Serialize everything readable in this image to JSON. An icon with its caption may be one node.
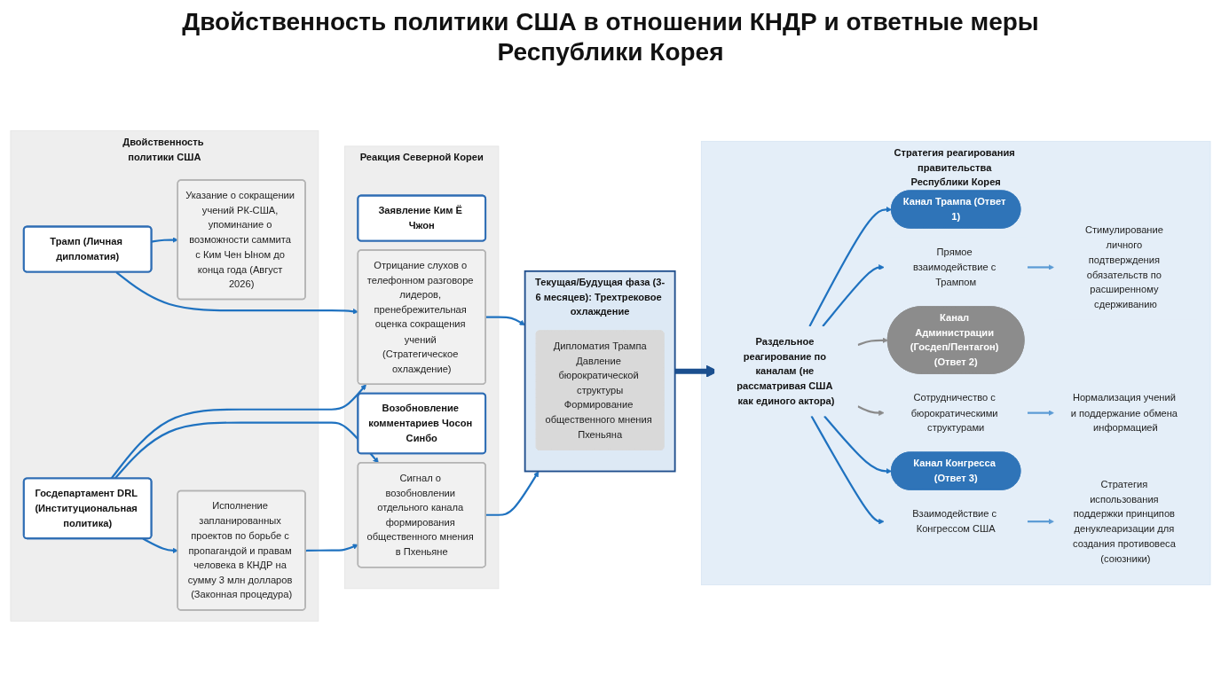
{
  "diagram": {
    "title": "Двойственность политики США в отношении КНДР и ответные меры Республики Корея",
    "nodes": [
      {
        "text": [
          "Двойственность политики США"
        ]
      },
      {
        "text": [
          "Трамп (Личная дипломатия)"
        ],
        "in": 0
      },
      {
        "text": [
          "Указание о сокращении учений РК-США, упоминание о возможности саммита с Ким Чен Ыном до конца года (Август 2026)"
        ],
        "in": 0
      },
      {
        "text": [
          "Госдепартамент DRL (Институциональная политика)"
        ],
        "in": 0
      },
      {
        "text": [
          "Исполнение запланированных проектов по борьбе с пропагандой и правам человека в КНДР на сумму 3 млн долларов (Законная процедура)"
        ],
        "in": 0
      },
      {
        "text": [
          "Реакция Северной Кореи"
        ]
      },
      {
        "text": [
          "Заявление Ким Ё Чжон"
        ],
        "in": 5
      },
      {
        "text": [
          "Отрицание слухов о телефонном разговоре лидеров, пренебрежительная оценка сокращения учений (Стратегическое охлаждение)"
        ],
        "in": 5
      },
      {
        "text": [
          "Возобновление комментариев Чосон Синбо"
        ],
        "in": 5
      },
      {
        "text": [
          "Сигнал о возобновлении отдельного канала формирования общественного мнения в Пхеньяне"
        ],
        "in": 5
      },
      {
        "text": [
          "Текущая/Будущая фаза (3-6 месяцев): Трехтрековое охлаждение"
        ]
      },
      {
        "text": [
          "Дипломатия Трампа",
          "Давление бюрократической структуры",
          "Формирование общественного мнения Пхеньяна"
        ],
        "in": 10
      },
      {
        "text": [
          "Стратегия реагирования правительства Республики Корея"
        ]
      },
      {
        "text": [
          "Раздельное реагирование по каналам (не рассматривая США как единого актора)"
        ],
        "in": 12
      },
      {
        "text": [
          "Канал Трампа (Ответ 1)"
        ],
        "in": 12
      },
      {
        "text": [
          "Прямое взаимодействие с Трампом"
        ],
        "in": 12
      },
      {
        "text": [
          "Стимулирование личного подтверждения обязательств по расширенному сдерживанию"
        ],
        "in": 12
      },
      {
        "text": [
          "Канал Администрации (Госдеп/Пентагон) (Ответ 2)"
        ],
        "in": 12
      },
      {
        "text": [
          "Сотрудничество с бюрократическими структурами"
        ],
        "in": 12
      },
      {
        "text": [
          "Нормализация учений и поддержание обмена информацией"
        ],
        "in": 12
      },
      {
        "text": [
          "Канал Конгресса (Ответ 3)"
        ],
        "in": 12
      },
      {
        "text": [
          "Взаимодействие с Конгрессом США"
        ],
        "in": 12
      },
      {
        "text": [
          "Стратегия использования поддержки принципов денуклеаризации для создания противовеса (союзники)"
        ],
        "in": 12
      }
    ],
    "edges": [
      {
        "from": 1,
        "to": 2,
        "arrow": "to"
      },
      {
        "from": 3,
        "to": 4,
        "arrow": "to"
      },
      {
        "from": 1,
        "to": 7,
        "arrow": "to"
      },
      {
        "from": 3,
        "to": 7,
        "arrow": "to"
      },
      {
        "from": 3,
        "to": 9,
        "arrow": "to"
      },
      {
        "from": 4,
        "to": 9,
        "arrow": "to"
      },
      {
        "from": 7,
        "to": 10,
        "arrow": "to"
      },
      {
        "from": 9,
        "to": 10,
        "arrow": "to"
      },
      {
        "from": 10,
        "to": 13,
        "arrow": "to",
        "style": "thick",
        "color": "#1b4f8f"
      },
      {
        "from": 13,
        "to": 14,
        "arrow": "to"
      },
      {
        "from": 13,
        "to": 15,
        "arrow": "to"
      },
      {
        "from": 13,
        "to": 17,
        "arrow": "to",
        "color": "#8a8a8a"
      },
      {
        "from": 13,
        "to": 18,
        "arrow": "to",
        "color": "#8a8a8a"
      },
      {
        "from": 13,
        "to": 20,
        "arrow": "to"
      },
      {
        "from": 13,
        "to": 21,
        "arrow": "to"
      },
      {
        "from": 15,
        "to": 16,
        "arrow": "to",
        "color": "#5b9bd5"
      },
      {
        "from": 18,
        "to": 19,
        "arrow": "to",
        "color": "#5b9bd5"
      },
      {
        "from": 21,
        "to": 22,
        "arrow": "to",
        "color": "#5b9bd5"
      }
    ]
  }
}
